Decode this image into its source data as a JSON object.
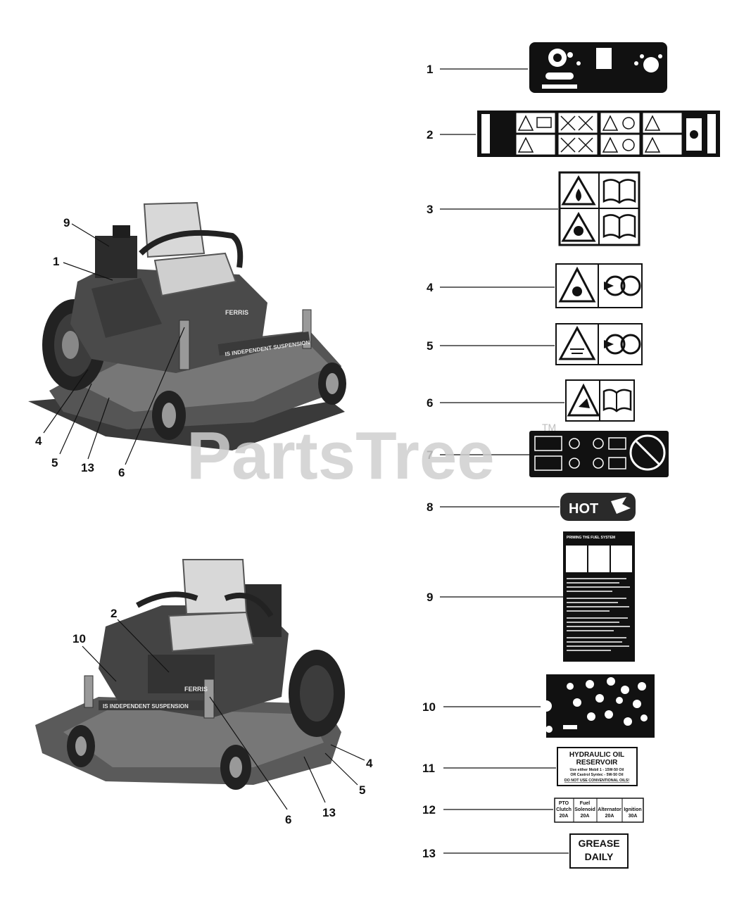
{
  "watermark": {
    "text": "PartsTree",
    "tm": "TM"
  },
  "callouts_top": [
    {
      "id": "9",
      "label": "9"
    },
    {
      "id": "1",
      "label": "1"
    },
    {
      "id": "4",
      "label": "4"
    },
    {
      "id": "5",
      "label": "5"
    },
    {
      "id": "13",
      "label": "13"
    },
    {
      "id": "6",
      "label": "6"
    }
  ],
  "callouts_bottom": [
    {
      "id": "2",
      "label": "2"
    },
    {
      "id": "10",
      "label": "10"
    },
    {
      "id": "4",
      "label": "4"
    },
    {
      "id": "5",
      "label": "5"
    },
    {
      "id": "6",
      "label": "6"
    },
    {
      "id": "13",
      "label": "13"
    }
  ],
  "decal_numbers": [
    "1",
    "2",
    "3",
    "4",
    "5",
    "6",
    "7",
    "8",
    "9",
    "10",
    "11",
    "12",
    "13"
  ],
  "machine_text": {
    "brand": "FERRIS",
    "deck_top": "IS INDEPENDENT SUSPENSION",
    "deck_bottom": "IS INDEPENDENT SUSPENSION"
  },
  "decals": {
    "d8": {
      "text": "HOT"
    },
    "d11": {
      "lines": [
        "HYDRAULIC OIL",
        "RESERVOIR",
        "Use either Mobil 1 - 15W-50 Oil",
        "OR Castrol Syntec - 5W-50 Oil",
        "DO NOT USE CONVENTIONAL OILS!"
      ]
    },
    "d12": {
      "cells": [
        {
          "top": "PTO",
          "mid": "Clutch",
          "amp": "20A"
        },
        {
          "top": "Fuel",
          "mid": "Solenoid",
          "amp": "20A"
        },
        {
          "top": "",
          "mid": "Alternator",
          "amp": "20A"
        },
        {
          "top": "",
          "mid": "Ignition",
          "amp": "30A"
        }
      ]
    },
    "d13": {
      "lines": [
        "GREASE",
        "DAILY"
      ]
    },
    "d9": {
      "title": "PRIMING THE FUEL SYSTEM"
    }
  }
}
